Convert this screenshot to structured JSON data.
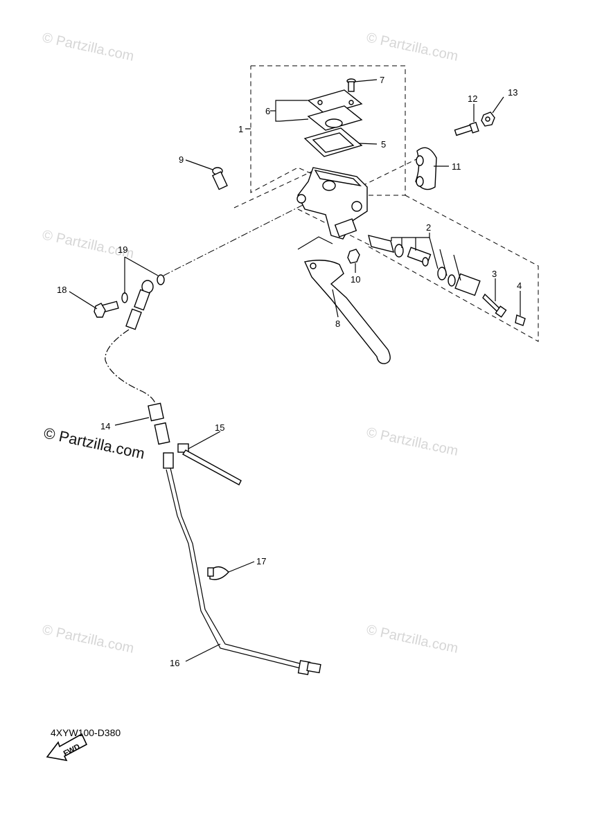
{
  "diagram": {
    "code": "4XYW100-D380",
    "fwd_label": "FWD",
    "watermark_small": "© Partzilla.com",
    "watermark_large": "© Partzilla.com",
    "callouts": [
      "1",
      "2",
      "3",
      "4",
      "5",
      "6",
      "7",
      "8",
      "9",
      "10",
      "11",
      "12",
      "13",
      "14",
      "15",
      "16",
      "17",
      "18",
      "19"
    ]
  }
}
